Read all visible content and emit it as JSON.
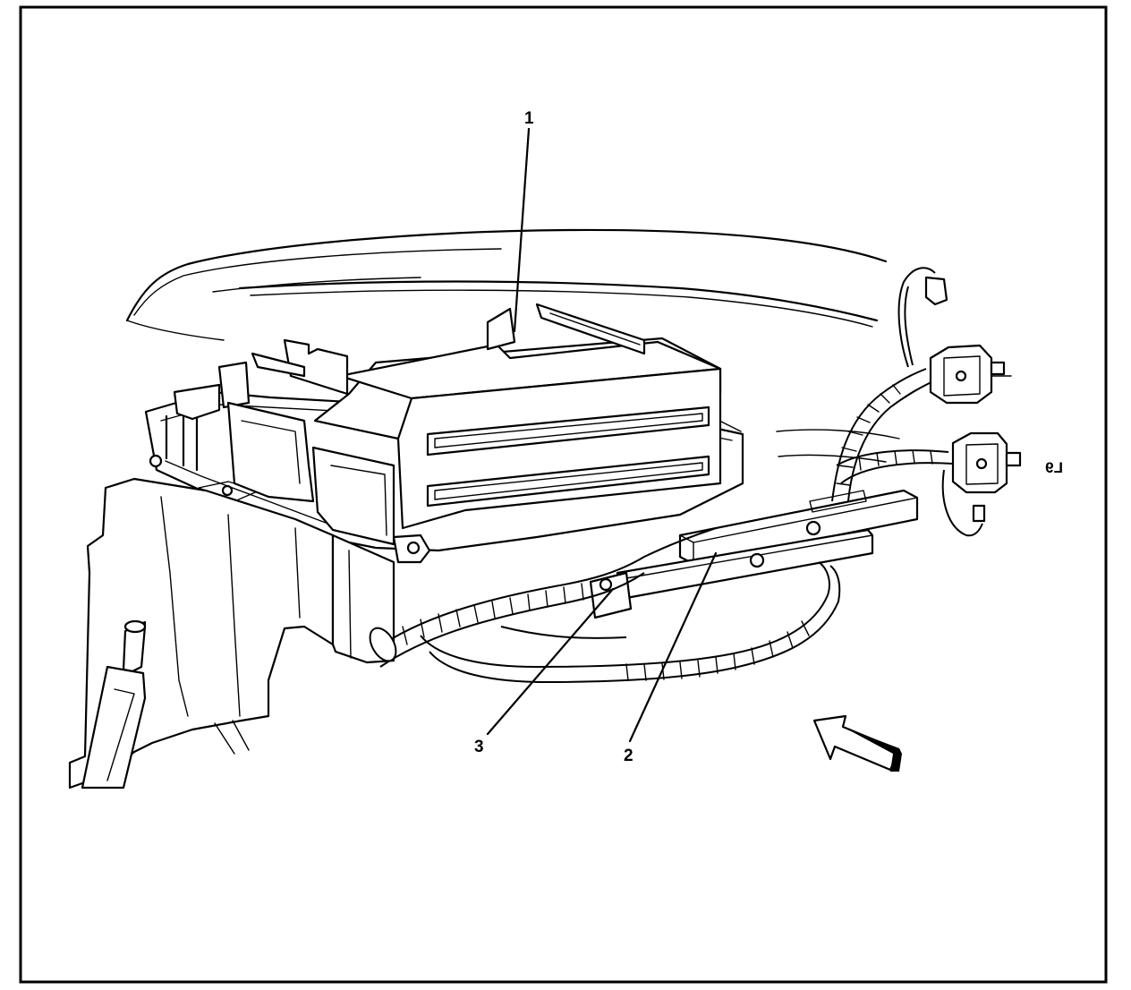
{
  "callouts": [
    {
      "id": "1",
      "label": "1"
    },
    {
      "id": "2",
      "label": "2"
    },
    {
      "id": "3",
      "label": "3"
    }
  ],
  "figure_code": "L9",
  "colors": {
    "line": "#000000",
    "background": "#ffffff"
  }
}
